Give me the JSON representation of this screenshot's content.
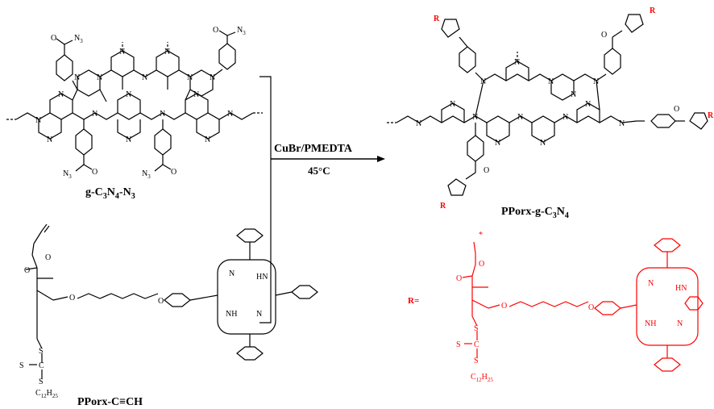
{
  "reactant_1": {
    "label_prefix": "g-C",
    "sub1": "3",
    "label_mid": "N",
    "sub2": "4",
    "label_suffix": "-N",
    "sub3": "3"
  },
  "reactant_2": {
    "label": "PPorx-C≡CH"
  },
  "product": {
    "label_prefix": "PPorx-g-C",
    "sub1": "3",
    "label_mid": "N",
    "sub2": "4"
  },
  "conditions": {
    "reagent": "CuBr/PMEDTA",
    "temperature": "45°C"
  },
  "r_group_label": "R=",
  "atoms": {
    "carbonyl_O": "O",
    "azide": "N",
    "azide_sub": "3",
    "N": "N",
    "R": "R",
    "C12H25": "C",
    "C12H25_sub": "12",
    "C12H25_H": "H",
    "C12H25_sub2": "25",
    "S": "S",
    "C": "C",
    "NH": "NH",
    "HN": "HN",
    "star": "*"
  },
  "colors": {
    "product_R_group": "#ff0000",
    "text": "#000000"
  }
}
